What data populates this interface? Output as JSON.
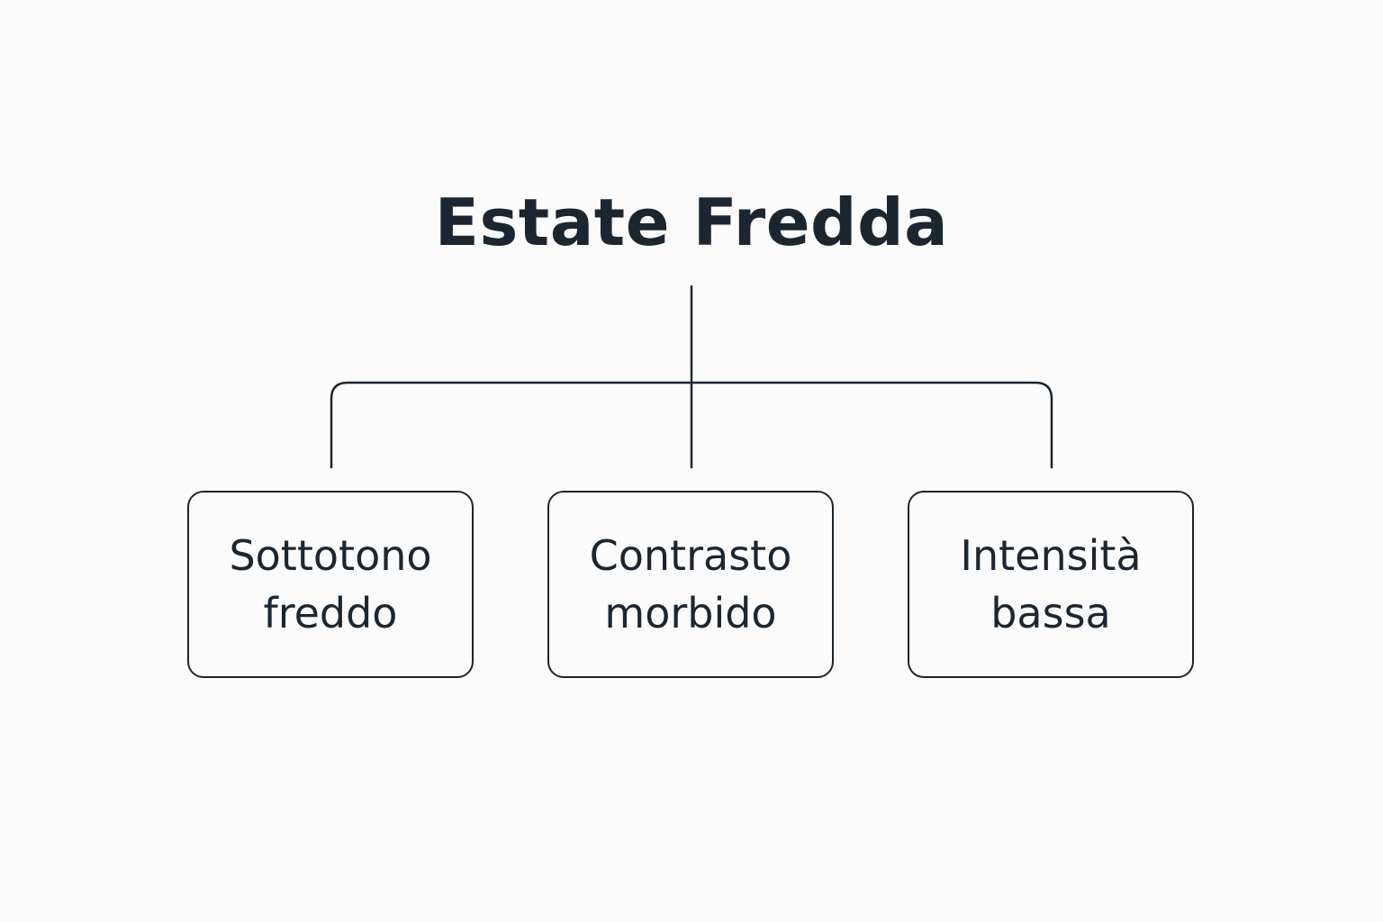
{
  "title": "Estate Fredda",
  "nodes": [
    {
      "line1": "Sottotono",
      "line2": "freddo"
    },
    {
      "line1": "Contrasto",
      "line2": "morbido"
    },
    {
      "line1": "Intensità",
      "line2": "bassa"
    }
  ],
  "colors": {
    "background": "#fbfbfb",
    "ink": "#1c2630"
  }
}
